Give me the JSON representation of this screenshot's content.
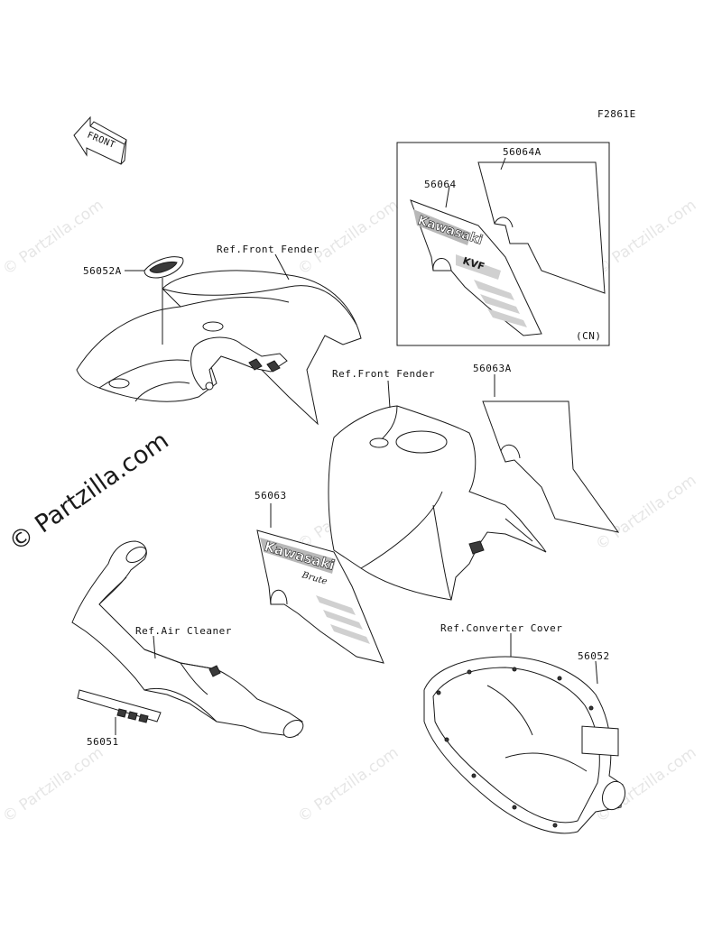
{
  "figure_code": "F2861E",
  "front_arrow": {
    "label": "FRONT"
  },
  "callouts": {
    "p56064A": "56064A",
    "p56064": "56064",
    "cn": "(CN)",
    "p56052A": "56052A",
    "ref_front_fender_1": "Ref.Front Fender",
    "ref_front_fender_2": "Ref.Front Fender",
    "p56063A": "56063A",
    "p56063": "56063",
    "ref_air_cleaner": "Ref.Air Cleaner",
    "ref_converter_cover": "Ref.Converter Cover",
    "p56052": "56052",
    "p56051": "56051"
  },
  "decal_text": {
    "kawasaki_1": "Kawasaki",
    "kawasaki_2": "Kawasaki",
    "kvf": "KVF",
    "brute": "Brute"
  },
  "watermarks": {
    "small": "© Partzilla.com",
    "large": "© Partzilla.com"
  },
  "colors": {
    "line": "#1a1a1a",
    "watermark": "#e6e6e6",
    "background": "#ffffff"
  }
}
